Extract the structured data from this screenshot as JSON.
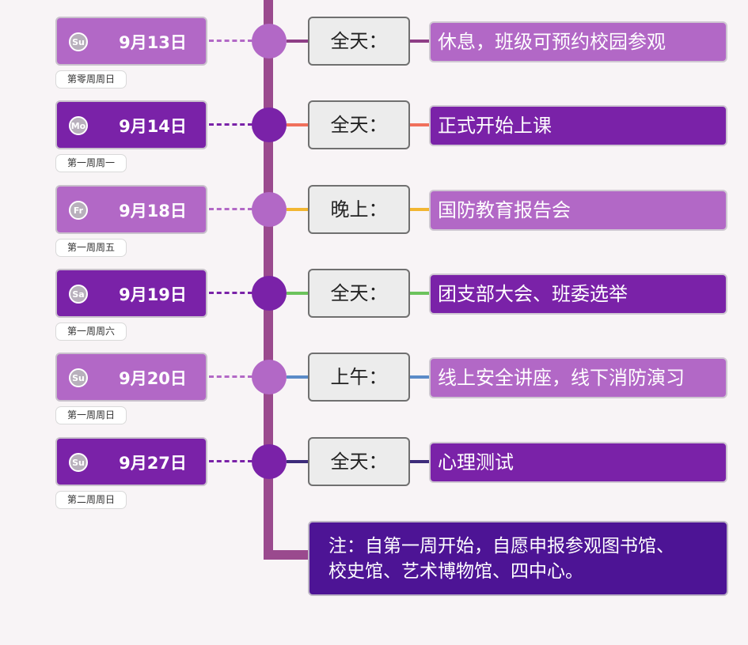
{
  "rows": [
    {
      "day_icon": "Su",
      "date": "9月13日",
      "week": "第零周周日",
      "time": "全天：",
      "event": "休息，班级可预约校园参观",
      "shade": "light",
      "connector_color": "#8e3e86"
    },
    {
      "day_icon": "Mo",
      "date": "9月14日",
      "week": "第一周周一",
      "time": "全天：",
      "event": "正式开始上课",
      "shade": "dark",
      "connector_color": "#f0705c"
    },
    {
      "day_icon": "Fr",
      "date": "9月18日",
      "week": "第一周周五",
      "time": "晚上：",
      "event": "国防教育报告会",
      "shade": "light",
      "connector_color": "#f2b632"
    },
    {
      "day_icon": "Sa",
      "date": "9月19日",
      "week": "第一周周六",
      "time": "全天：",
      "event": "团支部大会、班委选举",
      "shade": "dark",
      "connector_color": "#6cc35c"
    },
    {
      "day_icon": "Su",
      "date": "9月20日",
      "week": "第一周周日",
      "time": "上午：",
      "event": "线上安全讲座，线下消防演习",
      "shade": "light",
      "connector_color": "#5b8bc8"
    },
    {
      "day_icon": "Su",
      "date": "9月27日",
      "week": "第二周周日",
      "time": "全天：",
      "event": "心理测试",
      "shade": "dark",
      "connector_color": "#3d2b7a"
    }
  ],
  "note": {
    "line1": "注：自第一周开始，自愿申报参观图书馆、",
    "line2": "校史馆、艺术博物馆、四中心。"
  },
  "colors": {
    "light": "#b268c6",
    "dark": "#7a22a8",
    "trunk": "#9a4a8e",
    "note_bg": "#4d1495"
  }
}
